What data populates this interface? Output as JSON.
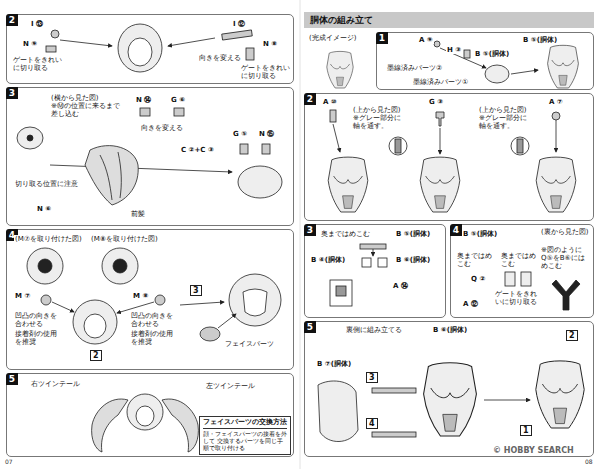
{
  "diagram": {
    "nodes": [
      {
        "text": [
          "2"
        ]
      },
      {
        "text": [
          "3"
        ]
      },
      {
        "text": [
          "4"
        ]
      },
      {
        "text": [
          "5"
        ]
      },
      {
        "text": [
          "フェイスパーツの交換方法",
          "顔・フェイスパーツの接着を外して 交換するパーツを同じ手順で取り付ける"
        ],
        "in": 3
      },
      {
        "text": [
          "胴体の組み立て"
        ]
      },
      {
        "text": [
          "1"
        ]
      },
      {
        "text": [
          "2"
        ]
      },
      {
        "text": [
          "3"
        ]
      },
      {
        "text": [
          "4"
        ]
      },
      {
        "text": [
          "5"
        ]
      }
    ],
    "labels": [
      "I ⑬",
      "N ⑨",
      "ゲートをきれいに切り取る",
      "N ⑧",
      "I ⑫",
      "向きを変える",
      "ゲートをきれいに切り取る",
      "(横から見た図)",
      "※Ⓜの位置に来るまで差し込む",
      "N ⑭",
      "G ⑥",
      "向きを変える",
      "C ②+C ③",
      "G ⑤",
      "N ⑮",
      "切り取る位置に注意",
      "N ⑥",
      "前髪",
      "(M⑦を取り付けた図)",
      "(M⑧を取り付けた図)",
      "M ⑦",
      "凹凸の向きを合わせる",
      "接着剤の使用を推奨",
      "M ⑧",
      "凹凸の向きを合わせる",
      "接着剤の使用を推奨",
      "2",
      "3",
      "フェイスパーツ",
      "右ツインテール",
      "左ツインテール",
      "(完成イメージ)",
      "A ⑨",
      "H ③",
      "墨線済みパーツ②",
      "墨線済みパーツ①",
      "B ⑤(胴体)",
      "B ⑤(胴体)",
      "A ⑩",
      "(上から見た図)",
      "※グレー部分に軸を通す。",
      "G ③",
      "(上から見た図)",
      "※グレー部分に軸を通す。",
      "A ⑦",
      "奥まではめこむ",
      "B ⑤(胴体)",
      "B ④(胴体)",
      "B ⑥(胴体)",
      "A ⑭",
      "B ⑤(胴体)",
      "奥まではめこむ",
      "Q ②",
      "A ⑫",
      "ゲートをきれいに切り取る",
      "(裏から見た図)",
      "※図のようにQ⑤をB⑥にはめこむ",
      "奥まではめこむ",
      "裏側に組み立てる",
      "B ⑥(胴体)",
      "B ⑦(胴体)",
      "3",
      "4",
      "2",
      "1",
      "07",
      "08",
      "© HOBBY SEARCH"
    ]
  }
}
